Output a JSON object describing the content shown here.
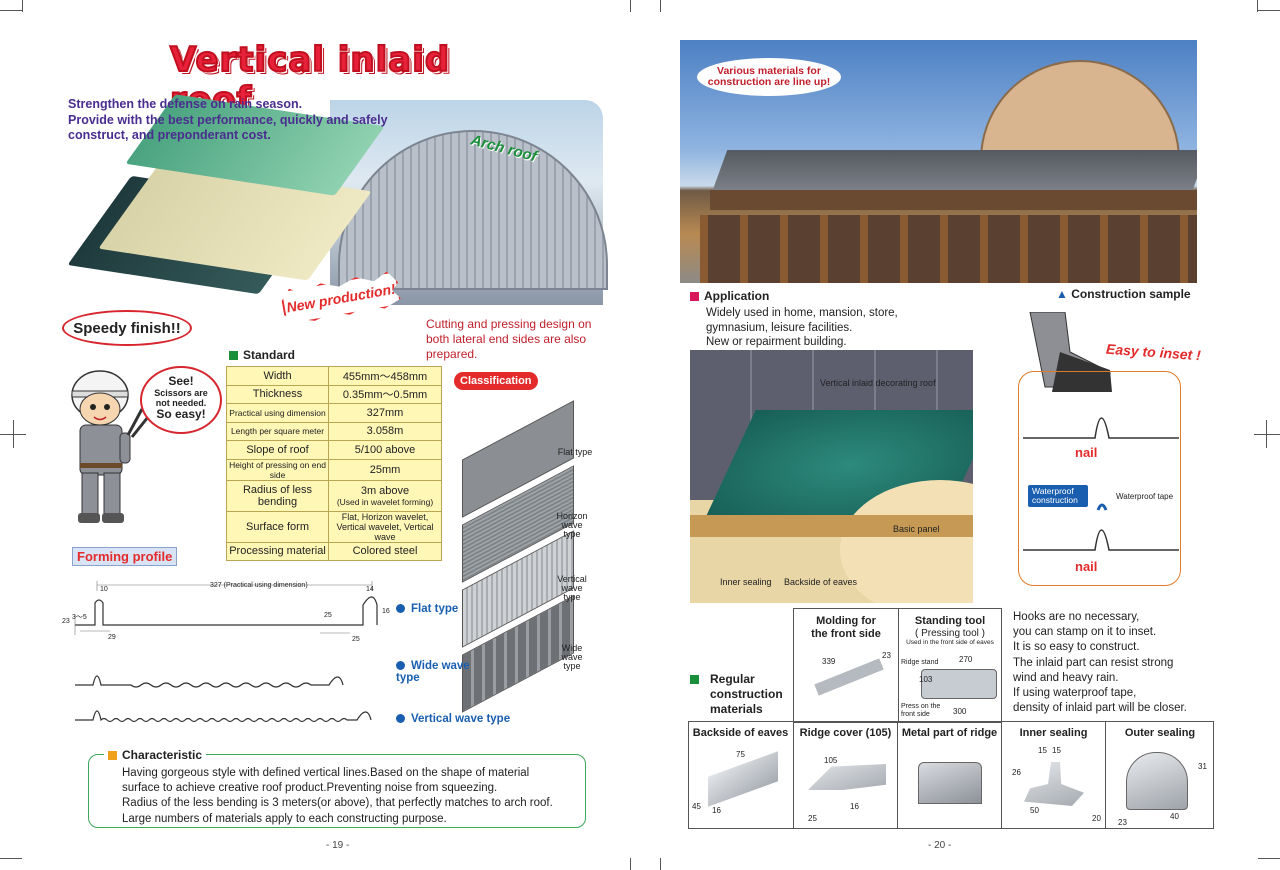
{
  "left_page": {
    "title": "Vertical inlaid roof",
    "intro": [
      "Strengthen the defense on rain season.",
      "Provide with the best performance, quickly and safely",
      "construct, and preponderant cost."
    ],
    "arch_label": "Arch roof",
    "new_production": "New production!",
    "speedy": "Speedy finish!!",
    "cutting_note": "Cutting and pressing design on both lateral end sides are also prepared.",
    "bubble": {
      "line1": "See!",
      "line2": "Scissors are",
      "line3": "not needed.",
      "line4": "So easy!"
    },
    "standard_heading": "Standard",
    "standard": [
      {
        "k": "Width",
        "v": "455mm～458mm",
        "ksmall": false
      },
      {
        "k": "Thickness",
        "v": "0.35mm～0.5mm",
        "ksmall": false
      },
      {
        "k": "Practical using dimension",
        "v": "327mm",
        "ksmall": true
      },
      {
        "k": "Length per square meter",
        "v": "3.058m",
        "ksmall": true
      },
      {
        "k": "Slope of roof",
        "v": "5/100 above",
        "ksmall": false
      },
      {
        "k": "Height of pressing on end side",
        "v": "25mm",
        "ksmall": true
      },
      {
        "k": "Radius of less bending",
        "v": "3m above",
        "v2": "(Used in wavelet forming)",
        "ksmall": false
      },
      {
        "k": "Surface form",
        "v": "Flat, Horizon wavelet,",
        "v2": "Vertical wavelet, Vertical wave",
        "ksmall": false
      },
      {
        "k": "Processing material",
        "v": "Colored steel",
        "ksmall": false
      }
    ],
    "classification": "Classification",
    "class_types": [
      "Flat type",
      "Horizon wave type",
      "Vertical wave type",
      "Wide wave type"
    ],
    "forming_profile": "Forming profile",
    "profile_dims": {
      "top": "327 (Practical using dimension)",
      "d10": "10",
      "d14": "14",
      "d23": "23",
      "d3_5": "3～5",
      "d29": "29",
      "d25a": "25",
      "d16": "16",
      "d25b": "25"
    },
    "profiles": [
      "Flat type",
      "Wide wave type",
      "Vertical wave type"
    ],
    "characteristic_heading": "Characteristic",
    "characteristic": [
      "Having gorgeous style with defined vertical lines.Based on the shape of material",
      "surface to achieve creative roof product.Preventing noise from squeezing.",
      "Radius of the less bending is 3 meters(or above), that perfectly matches to arch roof.",
      "Large numbers of materials apply to each constructing purpose."
    ],
    "page_number": "- 19 -"
  },
  "right_page": {
    "photo_badge": "Various materials for construction are line up!",
    "application_heading": "Application",
    "application": [
      "Widely used in home, mansion, store,",
      "gymnasium, leisure facilities.",
      "New or repairment building."
    ],
    "construction_sample": "Construction sample",
    "roof_captions": {
      "deco": "Vertical inlaid decorating roof",
      "basic": "Basic panel",
      "inner": "Inner sealing",
      "backside": "Backside of eaves"
    },
    "easy_to_inset": "Easy to inset !",
    "nail": "nail",
    "waterproof_badge": "Waterproof construction",
    "waterproof_tape": "Waterproof tape",
    "hooks_text": [
      "Hooks are no necessary,",
      "you can stamp on it to inset.",
      "It is so easy to construct.",
      "The inlaid part can resist strong",
      "wind and heavy rain.",
      "If using waterproof tape,",
      "density of inlaid part will be closer."
    ],
    "regular_heading": [
      "Regular",
      "construction",
      "materials"
    ],
    "molding": {
      "title1": "Molding for",
      "title2": "the front side",
      "d339": "339",
      "d23": "23"
    },
    "standing_tool": {
      "title1": "Standing tool",
      "title2": "( Pressing tool )",
      "note": "Used in the front side of eaves",
      "ridge_stand": "Ridge stand",
      "d270": "270",
      "d103": "103",
      "press": "Press on the front side",
      "d300": "300"
    },
    "materials": [
      {
        "name": "Backside of eaves",
        "dims": [
          "75",
          "45",
          "16"
        ]
      },
      {
        "name": "Ridge cover (105)",
        "dims": [
          "105",
          "16",
          "25"
        ]
      },
      {
        "name": "Metal part of ridge",
        "dims": []
      },
      {
        "name": "Inner sealing",
        "dims": [
          "15",
          "15",
          "26",
          "50",
          "20"
        ]
      },
      {
        "name": "Outer sealing",
        "dims": [
          "31",
          "23",
          "40"
        ]
      }
    ],
    "page_number": "- 20 -"
  },
  "colors": {
    "title_red": "#e8213a",
    "intro_purple": "#4a2d8f",
    "std_yellow": "#fff7b6",
    "accent_blue": "#1a5faf",
    "green": "#3aa85a",
    "orange": "#e07b2a"
  }
}
